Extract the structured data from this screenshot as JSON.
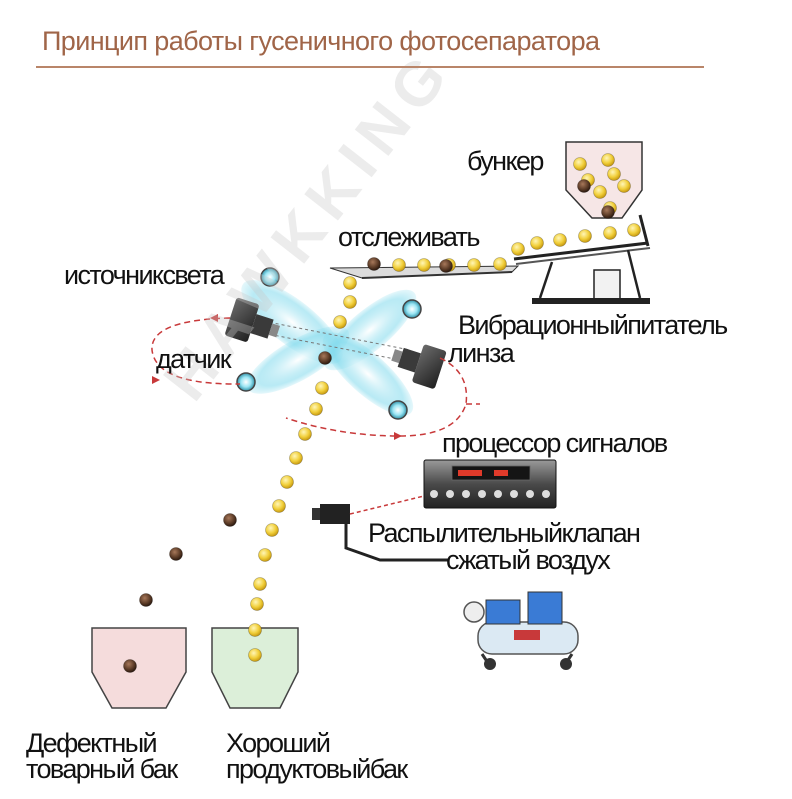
{
  "title": "Принцип работы гусеничного фотосепаратора",
  "watermark": "HAWKKING",
  "labels": {
    "hopper": "бункер",
    "track": "отслеживать",
    "light_source": "источниксвета",
    "vibrating_feeder": "Вибрационныйпитатель",
    "sensor": "датчик",
    "lens": "линза",
    "signal_processor": "процессор сигналов",
    "spray_valve": "Распылительныйклапан",
    "compressed_air": "сжатый воздух",
    "defect_bin_line1": "Дефектный",
    "defect_bin_line2": "товарный бак",
    "good_bin_line1": "Хороший",
    "good_bin_line2": "продуктовыйбак"
  },
  "colors": {
    "title": "#a06548",
    "good_grain": "#f1cf3a",
    "bad_grain": "#5a3a26",
    "beam": "#7fd9ec",
    "signal_line": "#c8393a",
    "defect_bin": "#f5dcdc",
    "good_bin": "#dcefd9"
  },
  "icons": [
    "hopper-icon",
    "light-source-icon",
    "camera-sensor-icon",
    "signal-processor-icon",
    "spray-valve-icon",
    "air-compressor-icon"
  ]
}
